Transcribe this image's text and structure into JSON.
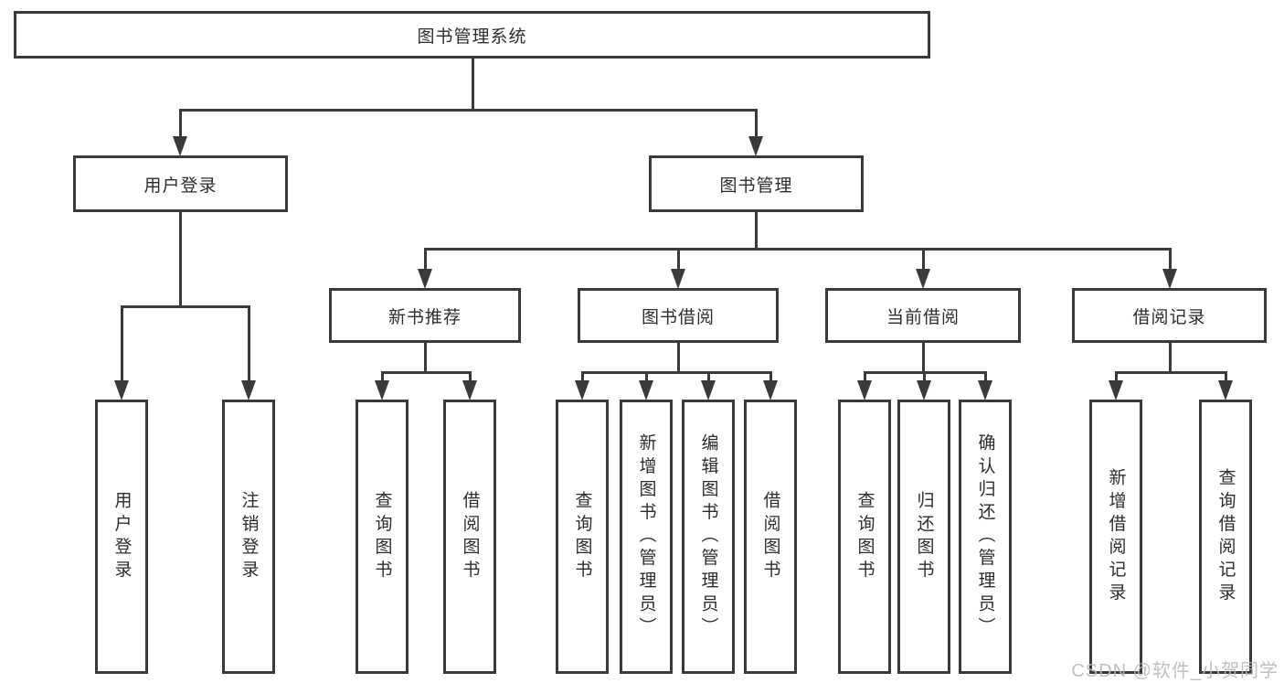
{
  "tree": {
    "label": "图书管理系统",
    "children": [
      {
        "label": "用户登录",
        "children": [
          {
            "label": "用户登录"
          },
          {
            "label": "注销登录"
          }
        ]
      },
      {
        "label": "图书管理",
        "children": [
          {
            "label": "新书推荐",
            "children": [
              {
                "label": "查询图书"
              },
              {
                "label": "借阅图书"
              }
            ]
          },
          {
            "label": "图书借阅",
            "children": [
              {
                "label": "查询图书"
              },
              {
                "label": "新增图书（管理员）"
              },
              {
                "label": "编辑图书（管理员）"
              },
              {
                "label": "借阅图书"
              }
            ]
          },
          {
            "label": "当前借阅",
            "children": [
              {
                "label": "查询图书"
              },
              {
                "label": "归还图书"
              },
              {
                "label": "确认归还（管理员）"
              }
            ]
          },
          {
            "label": "借阅记录",
            "children": [
              {
                "label": "新增借阅记录"
              },
              {
                "label": "查询借阅记录"
              }
            ]
          }
        ]
      }
    ]
  },
  "watermark": {
    "text": "CSDN @软件_小贺同学"
  },
  "colors": {
    "line": "#3a3a3a",
    "text": "#2d2d2d",
    "watermark": "#b9b9b9",
    "background": "#ffffff"
  }
}
